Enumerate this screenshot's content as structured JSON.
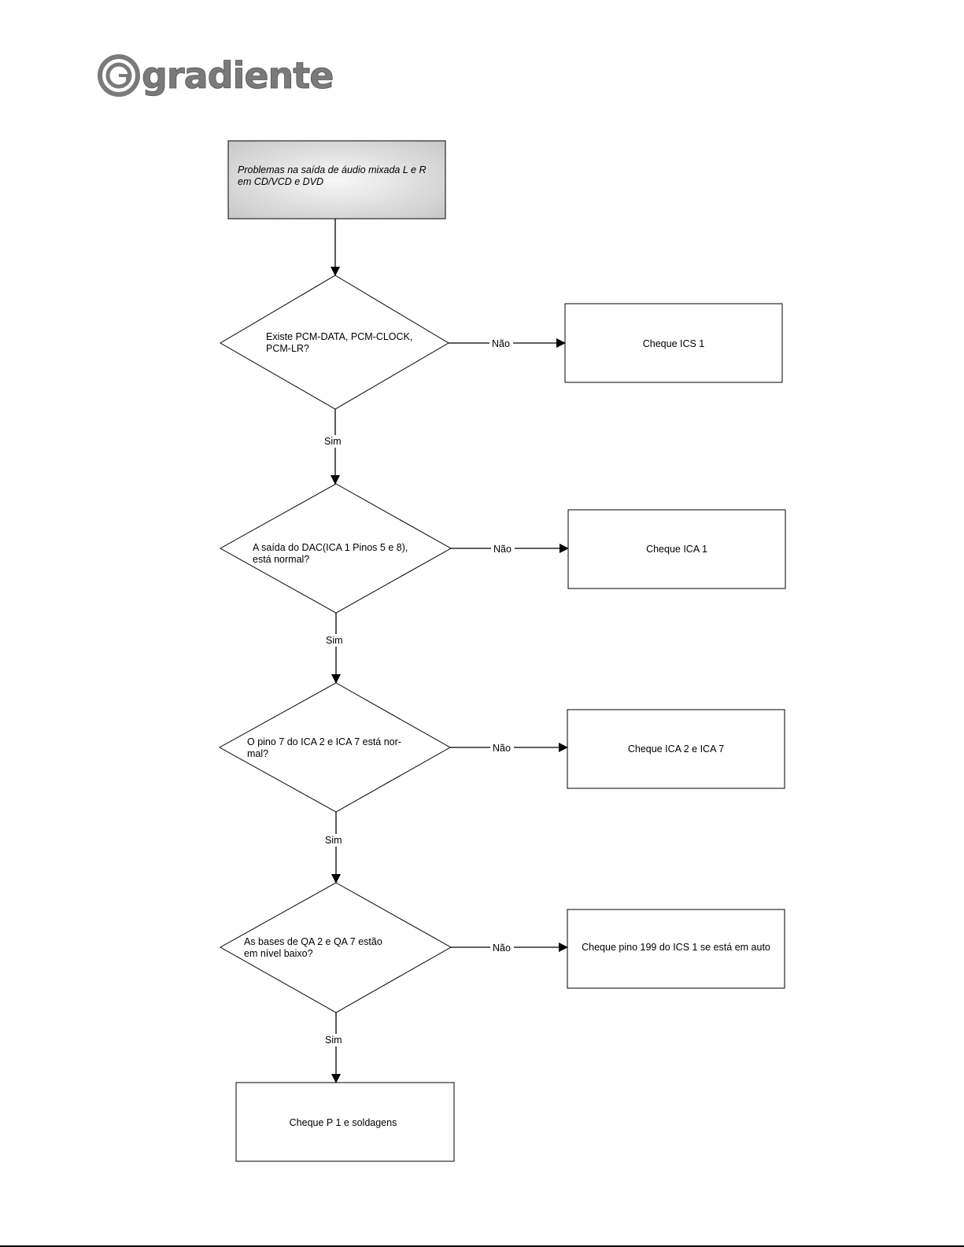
{
  "logo": {
    "text": "gradiente",
    "icon": "gradiente-g-logo-icon",
    "color": "#7a7a7a"
  },
  "flowchart": {
    "start": {
      "line1": "Problemas na saída de áudio mixada L e R",
      "line2": "em CD/VCD e DVD"
    },
    "decisions": [
      {
        "line1": "Existe PCM-DATA, PCM-CLOCK,",
        "line2": "PCM-LR?"
      },
      {
        "line1": "A saída  do DAC(ICA 1 Pinos 5 e 8),",
        "line2": "está normal?"
      },
      {
        "line1": "O pino 7 do ICA 2 e ICA 7 está nor-",
        "line2": "mal?"
      },
      {
        "line1": "As bases de QA  2 e QA 7  estão",
        "line2": "em nível baixo?"
      }
    ],
    "actions": [
      "Cheque ICS 1",
      "Cheque ICA 1",
      "Cheque ICA 2 e ICA 7",
      "Cheque pino 199 do ICS 1 se está em auto"
    ],
    "end": "Cheque P 1 e soldagens",
    "edge_labels": {
      "no": [
        "Não",
        "Não",
        "Não",
        "Não"
      ],
      "yes": [
        "Sim",
        "Sim",
        "Sim",
        "Sim"
      ]
    }
  },
  "colors": {
    "line": "#000000",
    "start_fill_light": "#f6f6f6",
    "start_fill_dark": "#c9c9c9"
  }
}
